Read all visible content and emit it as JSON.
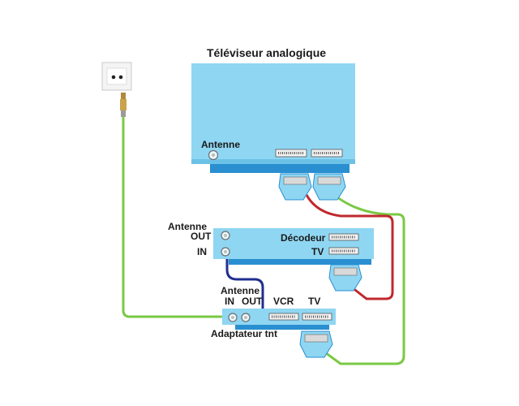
{
  "tv": {
    "title": "Téléviseur analogique",
    "antenna_label": "Antenne"
  },
  "decoder": {
    "antenna_label": "Antenne",
    "out_label": "OUT",
    "in_label": "IN",
    "name": "Décodeur",
    "tv_label": "TV"
  },
  "adapter": {
    "antenna_label": "Antenne",
    "in_label": "IN",
    "out_label": "OUT",
    "vcr_label": "VCR",
    "tv_label": "TV",
    "name": "Adaptateur tnt"
  },
  "colors": {
    "device_fill": "#8fd6f2",
    "device_shadow": "#2a8fd0",
    "antenna_cable": "#7ac943",
    "red_cable": "#c0282d",
    "blue_cable": "#1f2f8f",
    "scart_fill": "#d9d9d9"
  }
}
